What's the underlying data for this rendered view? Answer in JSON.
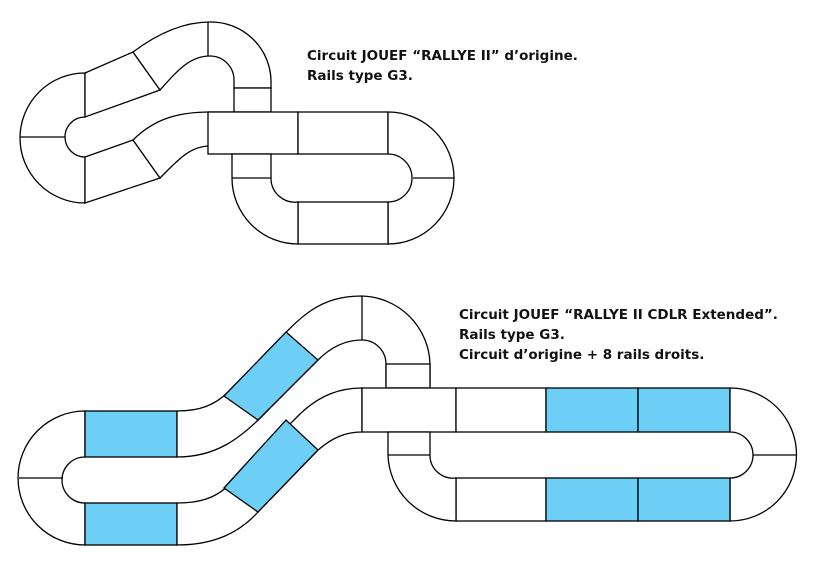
{
  "colors": {
    "background": "#ffffff",
    "outline": "#000000",
    "track_piece": "#ffffff",
    "added_straight": "#6ecff6"
  },
  "circuit_original": {
    "caption_lines": [
      "Circuit JOUEF “RALLYE II” d’origine.",
      "Rails type G3."
    ]
  },
  "circuit_extended": {
    "caption_lines": [
      "Circuit JOUEF “RALLYE II CDLR Extended”.",
      "Rails type G3.",
      "Circuit d’origine + 8 rails droits."
    ],
    "added_straight_count": 8
  }
}
